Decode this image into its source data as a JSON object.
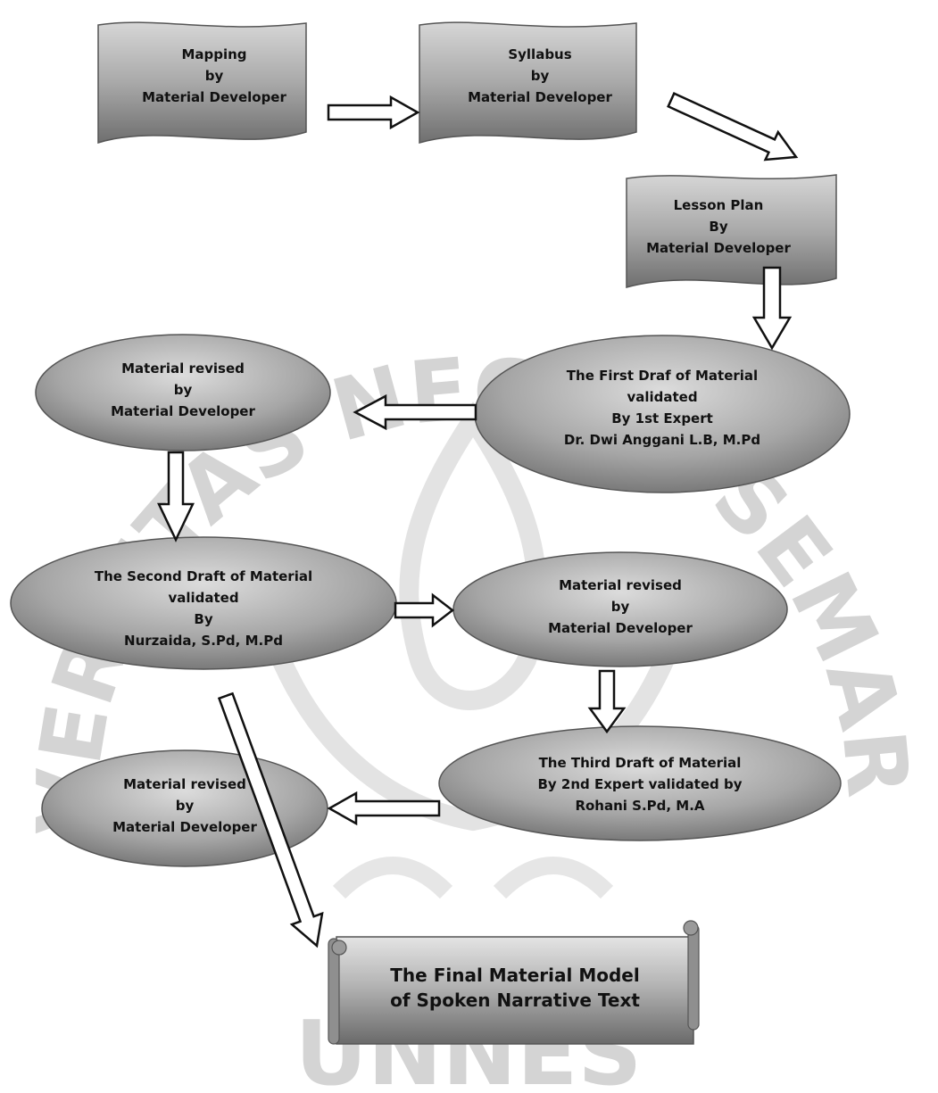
{
  "watermark": {
    "arc_text": "UNIVERSITAS NEGERI SEMARANG",
    "bottom_text": "UNNES"
  },
  "documents": {
    "mapping": [
      "Mapping",
      "by",
      "Material Developer"
    ],
    "syllabus": [
      "Syllabus",
      "by",
      "Material Developer"
    ],
    "lesson_plan": [
      "Lesson Plan",
      "By",
      "Material Developer"
    ]
  },
  "ellipses": {
    "first_draft": [
      "The First Draf of Material",
      "validated",
      "By 1st Expert",
      "Dr. Dwi Anggani L.B, M.Pd"
    ],
    "revised_1": [
      "Material revised",
      "by",
      "Material Developer"
    ],
    "second_draft": [
      "The Second Draft of Material",
      "validated",
      "By",
      "Nurzaida, S.Pd, M.Pd"
    ],
    "revised_2": [
      "Material revised",
      "by",
      "Material Developer"
    ],
    "third_draft": [
      "The Third Draft of Material",
      "By 2nd Expert validated by",
      "Rohani S.Pd, M.A"
    ],
    "revised_3": [
      "Material revised",
      "by",
      "Material Developer"
    ]
  },
  "final": [
    "The Final  Material Model",
    "of Spoken Narrative Text"
  ]
}
